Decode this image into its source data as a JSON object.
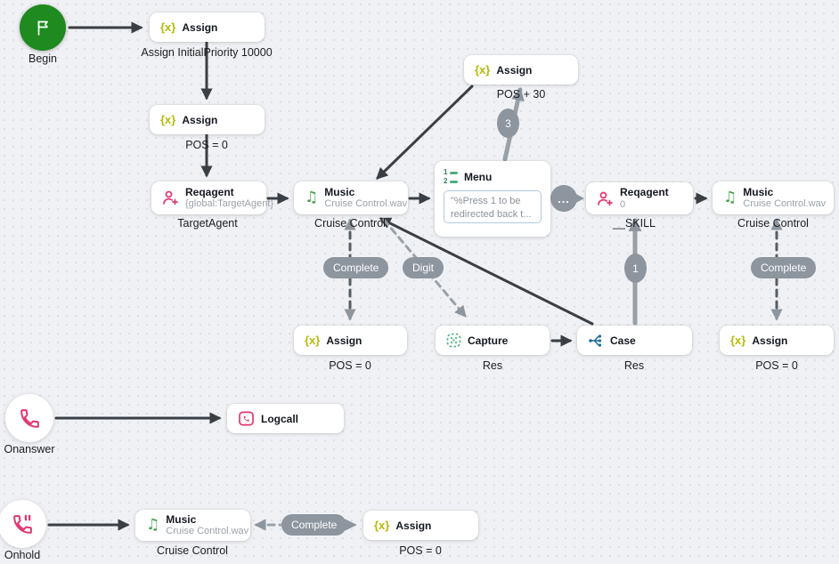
{
  "flow": {
    "begin": {
      "label": "Begin"
    },
    "onanswer": {
      "label": "Onanswer"
    },
    "onhold": {
      "label": "Onhold"
    },
    "assign_initial": {
      "title": "Assign",
      "caption": "Assign InitialPriority 10000"
    },
    "assign_pos_top": {
      "title": "Assign",
      "caption": "POS = 0"
    },
    "reqagent_target": {
      "title": "Reqagent",
      "subtitle": "{global:TargetAgent}",
      "caption": "TargetAgent"
    },
    "music_main": {
      "title": "Music",
      "subtitle": "Cruise Control.wav",
      "caption": "Cruise Control"
    },
    "menu": {
      "title": "Menu",
      "prompt": "\"%Press 1 to be redirected back t..."
    },
    "assign_pos30": {
      "title": "Assign",
      "caption": "POS + 30"
    },
    "reqagent_skill": {
      "title": "Reqagent",
      "subtitle": "0",
      "caption": "__SKILL"
    },
    "music_right": {
      "title": "Music",
      "subtitle": "Cruise Control.wav",
      "caption": "Cruise Control"
    },
    "assign_pos_left": {
      "title": "Assign",
      "caption": "POS = 0"
    },
    "capture": {
      "title": "Capture",
      "caption": "Res"
    },
    "case": {
      "title": "Case",
      "caption": "Res"
    },
    "assign_pos_right": {
      "title": "Assign",
      "caption": "POS = 0"
    },
    "logcall": {
      "title": "Logcall"
    },
    "music_onhold": {
      "title": "Music",
      "subtitle": "Cruise Control.wav",
      "caption": "Cruise Control"
    },
    "assign_onhold": {
      "title": "Assign",
      "caption": "POS = 0"
    }
  },
  "edge_labels": {
    "complete_main": "Complete",
    "digit": "Digit",
    "menu_branch": "3",
    "case_branch": "1",
    "complete_right": "Complete",
    "complete_onhold": "Complete",
    "more": "..."
  },
  "icons": {
    "begin": "flag-icon",
    "assign_glyph": "{x}",
    "music_glyph": "♫",
    "menu_row1": "1",
    "menu_row2": "2",
    "reqagent": "person-add-icon",
    "capture": "keypad-dots-icon",
    "case": "branch-icon",
    "logcall": "phone-log-icon",
    "onanswer": "phone-icon",
    "onhold": "phone-hold-icon"
  },
  "colors": {
    "begin_green": "#1f8a1f",
    "assign_yellow": "#b5ba07",
    "pink": "#e3356f",
    "green": "#43a047",
    "blue": "#1a699e",
    "badge_gray": "#8d959e",
    "edge_dark": "#3a3f45"
  }
}
